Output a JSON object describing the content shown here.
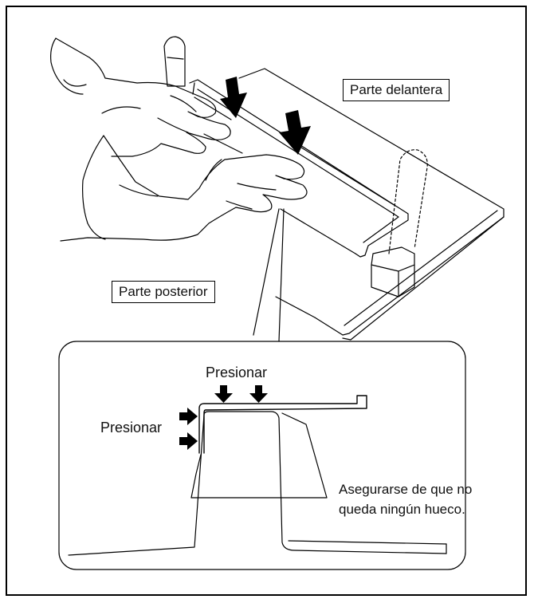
{
  "labels": {
    "front": "Parte delantera",
    "rear": "Parte posterior",
    "press_top": "Presionar",
    "press_side": "Presionar",
    "note_line1": "Asegurarse de que no",
    "note_line2": "queda ningún hueco."
  },
  "colors": {
    "line": "#000000",
    "background": "#ffffff",
    "arrow": "#000000"
  },
  "icons": [
    "down-arrow-icon",
    "right-arrow-icon"
  ]
}
